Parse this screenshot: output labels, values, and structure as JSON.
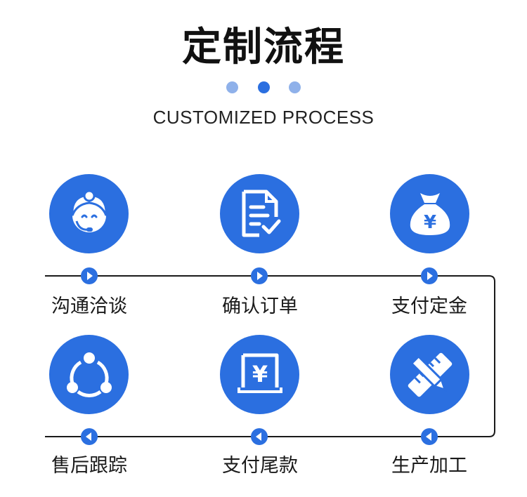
{
  "header": {
    "title": "定制流程",
    "subtitle": "CUSTOMIZED PROCESS"
  },
  "colors": {
    "primary": "#2b6fe0",
    "dot_light": "#8fb1ea",
    "dot_dark": "#2b6fe0",
    "line": "#1a1a1a"
  },
  "steps": [
    {
      "label": "沟通洽谈",
      "icon": "customer-service-icon",
      "arrow": "right"
    },
    {
      "label": "确认订单",
      "icon": "document-check-icon",
      "arrow": "right"
    },
    {
      "label": "支付定金",
      "icon": "money-bag-icon",
      "arrow": "right"
    },
    {
      "label": "售后跟踪",
      "icon": "share-cycle-icon",
      "arrow": "left"
    },
    {
      "label": "支付尾款",
      "icon": "yen-payment-icon",
      "arrow": "left"
    },
    {
      "label": "生产加工",
      "icon": "pencil-ruler-icon",
      "arrow": "left"
    }
  ],
  "icon_glyphs": {
    "money_bag": "¥",
    "yen_payment": "¥"
  }
}
